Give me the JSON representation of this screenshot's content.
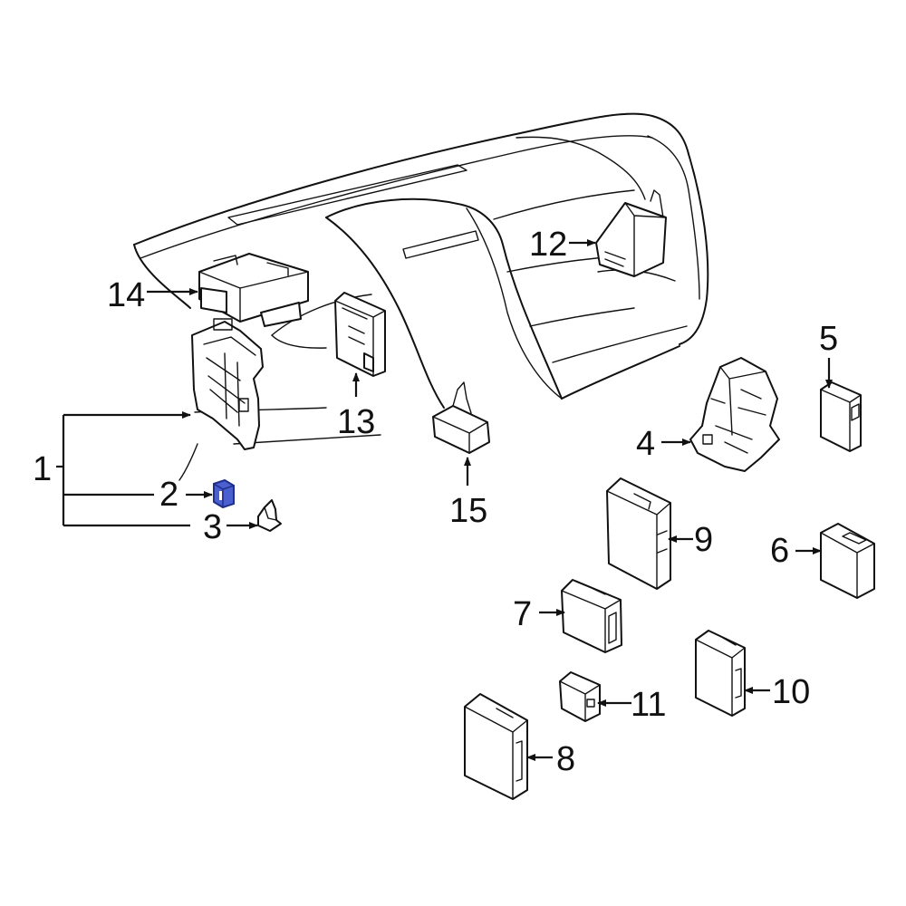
{
  "colors": {
    "line": "#111111",
    "background": "#ffffff",
    "highlight_fill": "#4a5fd0",
    "highlight_dark": "#1f2f8a"
  },
  "callouts": [
    {
      "id": "1",
      "label": "1"
    },
    {
      "id": "2",
      "label": "2"
    },
    {
      "id": "3",
      "label": "3"
    },
    {
      "id": "4",
      "label": "4"
    },
    {
      "id": "5",
      "label": "5"
    },
    {
      "id": "6",
      "label": "6"
    },
    {
      "id": "7",
      "label": "7"
    },
    {
      "id": "8",
      "label": "8"
    },
    {
      "id": "9",
      "label": "9"
    },
    {
      "id": "10",
      "label": "10"
    },
    {
      "id": "11",
      "label": "11"
    },
    {
      "id": "12",
      "label": "12"
    },
    {
      "id": "13",
      "label": "13"
    },
    {
      "id": "14",
      "label": "14"
    },
    {
      "id": "15",
      "label": "15"
    }
  ],
  "highlighted_part": "2"
}
